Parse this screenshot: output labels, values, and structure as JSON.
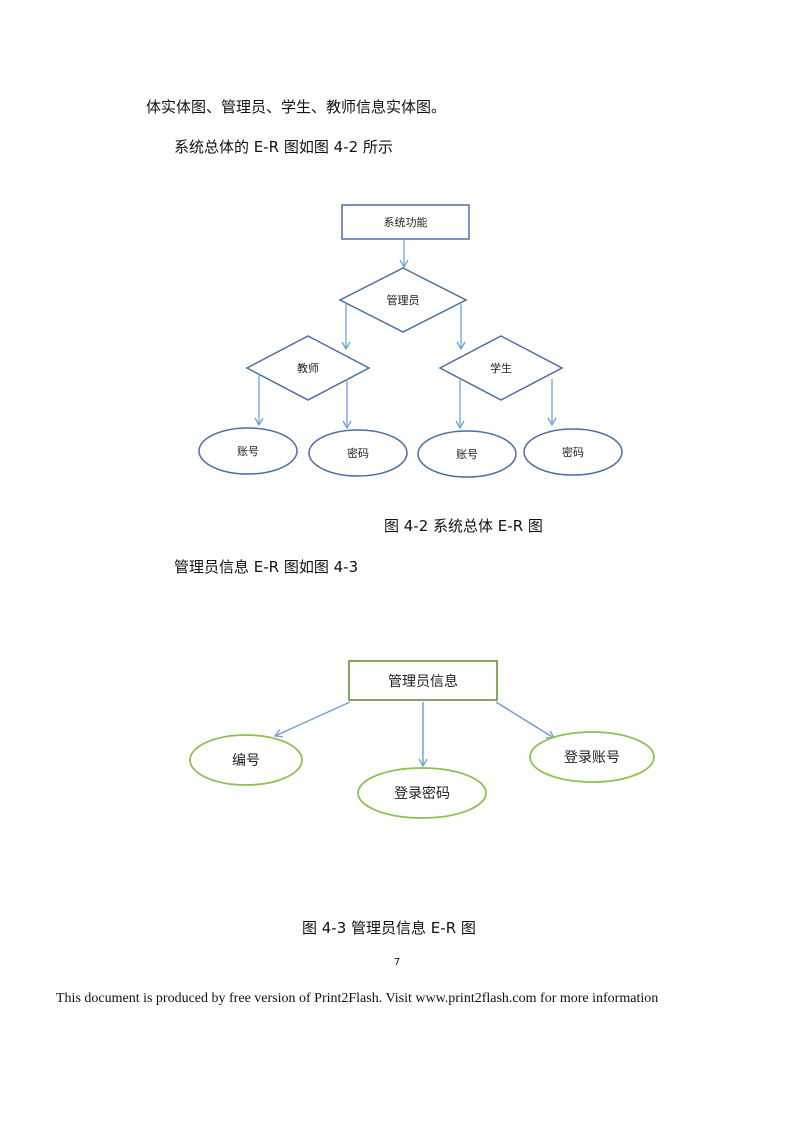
{
  "text": {
    "para1": "体实体图、管理员、学生、教师信息实体图。",
    "para2": "系统总体的 E-R 图如图 4-2 所示",
    "caption1": "图 4-2 系统总体 E-R 图",
    "para3": "管理员信息 E-R 图如图 4-3",
    "caption2": "图 4-3 管理员信息 E-R 图",
    "page_number": "7",
    "footer": "This document is produced by free version of Print2Flash. Visit www.print2flash.com for more information"
  },
  "diagram1": {
    "root": "系统功能",
    "admin": "管理员",
    "teacher": "教师",
    "student": "学生",
    "teacher_account": "账号",
    "teacher_password": "密码",
    "student_account": "账号",
    "student_password": "密码"
  },
  "diagram2": {
    "entity": "管理员信息",
    "id": "编号",
    "password": "登录密码",
    "account": "登录账号"
  },
  "colors": {
    "diagram1_stroke": "#4a6fa5",
    "arrow_blue": "#6fa0d8",
    "diagram2_box": "#6b8e3a",
    "diagram2_ellipse": "#8cc152"
  }
}
